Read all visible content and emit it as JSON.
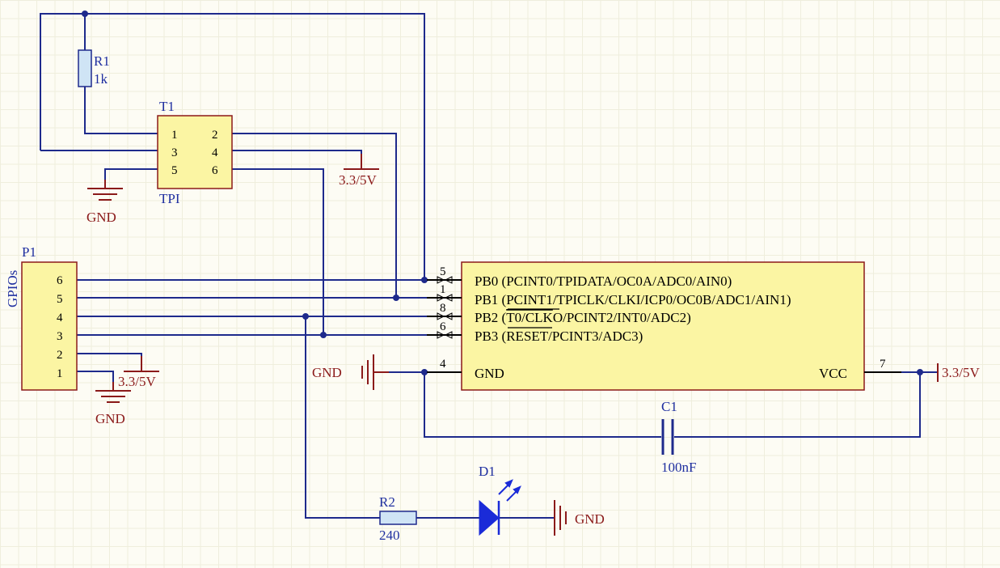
{
  "ic": {
    "pins": [
      {
        "num": "5",
        "label": "PB0 (PCINT0/TPIDATA/OC0A/ADC0/AIN0)"
      },
      {
        "num": "1",
        "label": "PB1 (PCINT1/TPICLK/CLKI/ICP0/OC0B/ADC1/AIN1)"
      },
      {
        "num": "8",
        "label_pre": "PB2 (",
        "label_over": "T0/CLK",
        "label_post": "O/PCINT2/INT0/ADC2)"
      },
      {
        "num": "6",
        "label_pre": "PB3 (",
        "label_over": "RESET",
        "label_post": "/PCINT3/ADC3)"
      }
    ],
    "gnd_pin": {
      "num": "4",
      "label": "GND"
    },
    "vcc_pin": {
      "num": "7",
      "label": "VCC"
    }
  },
  "tpi": {
    "designator": "T1",
    "comment": "TPI",
    "pins": [
      "1",
      "2",
      "3",
      "4",
      "5",
      "6"
    ]
  },
  "gpio": {
    "designator": "P1",
    "comment": "GPIOs",
    "pins": [
      "6",
      "5",
      "4",
      "3",
      "2",
      "1"
    ]
  },
  "r1": {
    "designator": "R1",
    "value": "1k"
  },
  "r2": {
    "designator": "R2",
    "value": "240"
  },
  "c1": {
    "designator": "C1",
    "value": "100nF"
  },
  "d1": {
    "designator": "D1"
  },
  "power": {
    "gnd": "GND",
    "vcc": "3.3/5V"
  },
  "colors": {
    "wire": "#1e2a8c",
    "power": "#8b1a1a",
    "component_body": "#fbf5a3",
    "led": "#1a2bd8",
    "text_blue": "#1f2fa0",
    "background": "#fdfcf4"
  }
}
